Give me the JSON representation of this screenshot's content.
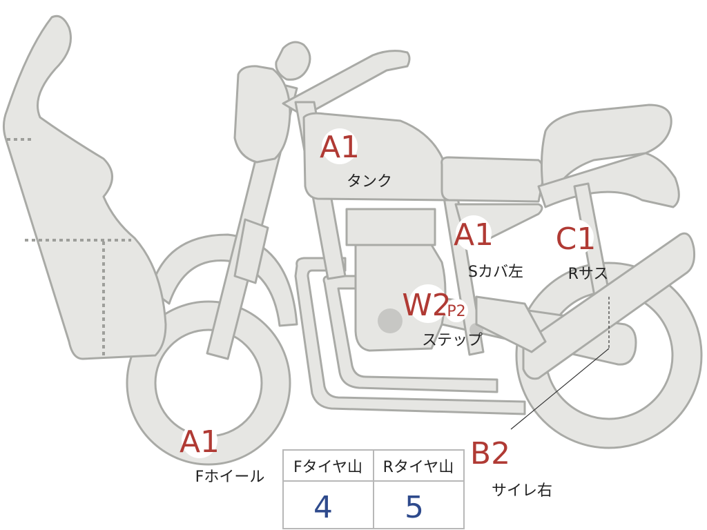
{
  "markers": {
    "tank": {
      "code": "A1",
      "label": "タンク"
    },
    "side_cover_left": {
      "code": "A1",
      "label": "Sカバ左"
    },
    "rear_suspension": {
      "code": "C1",
      "label": "Rサス"
    },
    "step": {
      "code": "W2",
      "sub_code": "P2",
      "label": "ステップ"
    },
    "front_wheel": {
      "code": "A1",
      "label": "Fホイール"
    },
    "muffler_right": {
      "code": "B2",
      "label": "サイレ右"
    }
  },
  "tire_table": {
    "headers": [
      "Fタイヤ山",
      "Rタイヤ山"
    ],
    "values": [
      "4",
      "5"
    ]
  },
  "colors": {
    "body_fill": "#e6e6e3",
    "outline": "#a9aaa6",
    "code_text": "#b03a34",
    "table_value": "#2e4a8c"
  }
}
